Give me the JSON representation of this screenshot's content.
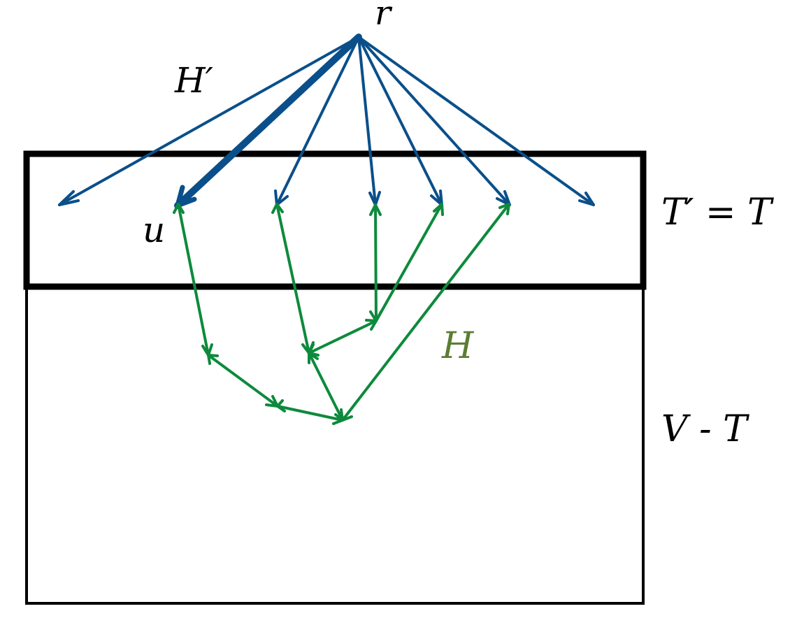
{
  "labels": {
    "root": "r",
    "tree_h_prime": "H′",
    "vertex_u": "u",
    "set_t_prime_eq_t": "T′ = T",
    "tree_h": "H",
    "set_v_minus_t": "V - T"
  },
  "colors": {
    "blue_edges": "#0a4f8a",
    "green_edges": "#0d8a3c",
    "h_label": "#5b7d33",
    "box": "#000000",
    "text": "#000000"
  }
}
